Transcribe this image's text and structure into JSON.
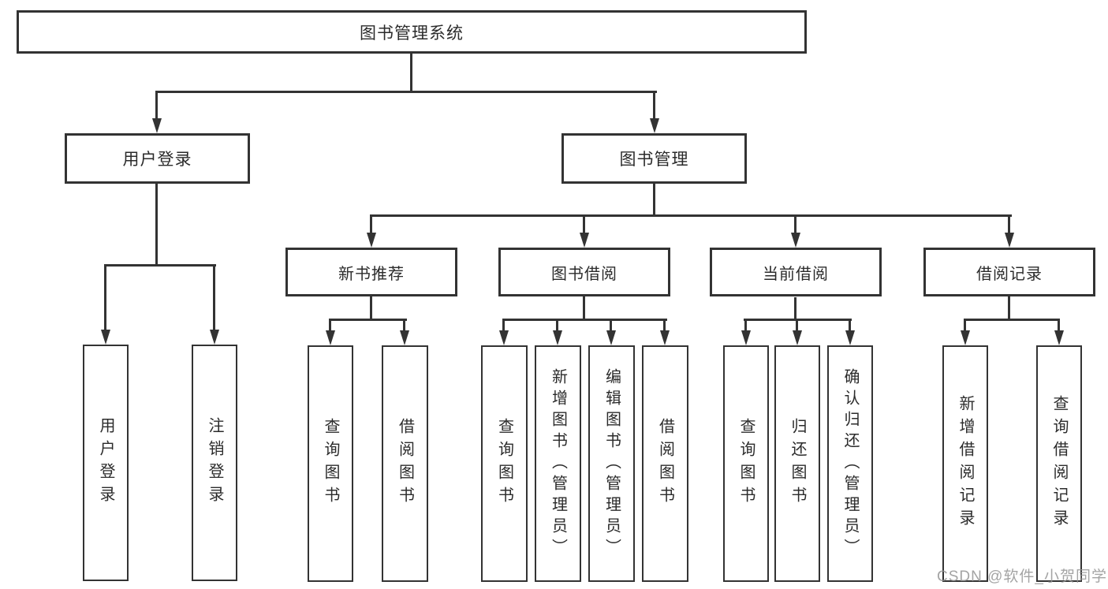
{
  "diagram": {
    "title": "图书管理系统",
    "children": [
      {
        "label": "用户登录",
        "children": [
          {
            "label": "用户登录"
          },
          {
            "label": "注销登录"
          }
        ]
      },
      {
        "label": "图书管理",
        "children": [
          {
            "label": "新书推荐",
            "children": [
              {
                "label": "查询图书"
              },
              {
                "label": "借阅图书"
              }
            ]
          },
          {
            "label": "图书借阅",
            "children": [
              {
                "label": "查询图书"
              },
              {
                "label": "新增图书（管理员）"
              },
              {
                "label": "编辑图书（管理员）"
              },
              {
                "label": "借阅图书"
              }
            ]
          },
          {
            "label": "当前借阅",
            "children": [
              {
                "label": "查询图书"
              },
              {
                "label": "归还图书"
              },
              {
                "label": "确认归还（管理员）"
              }
            ]
          },
          {
            "label": "借阅记录",
            "children": [
              {
                "label": "新增借阅记录"
              },
              {
                "label": "查询借阅记录"
              }
            ]
          }
        ]
      }
    ]
  },
  "colors": {
    "line": "#333333",
    "text": "#2b2b2b",
    "background": "#ffffff",
    "watermark": "#949494"
  },
  "watermark": {
    "text": "CSDN @软件_小贺同学"
  }
}
